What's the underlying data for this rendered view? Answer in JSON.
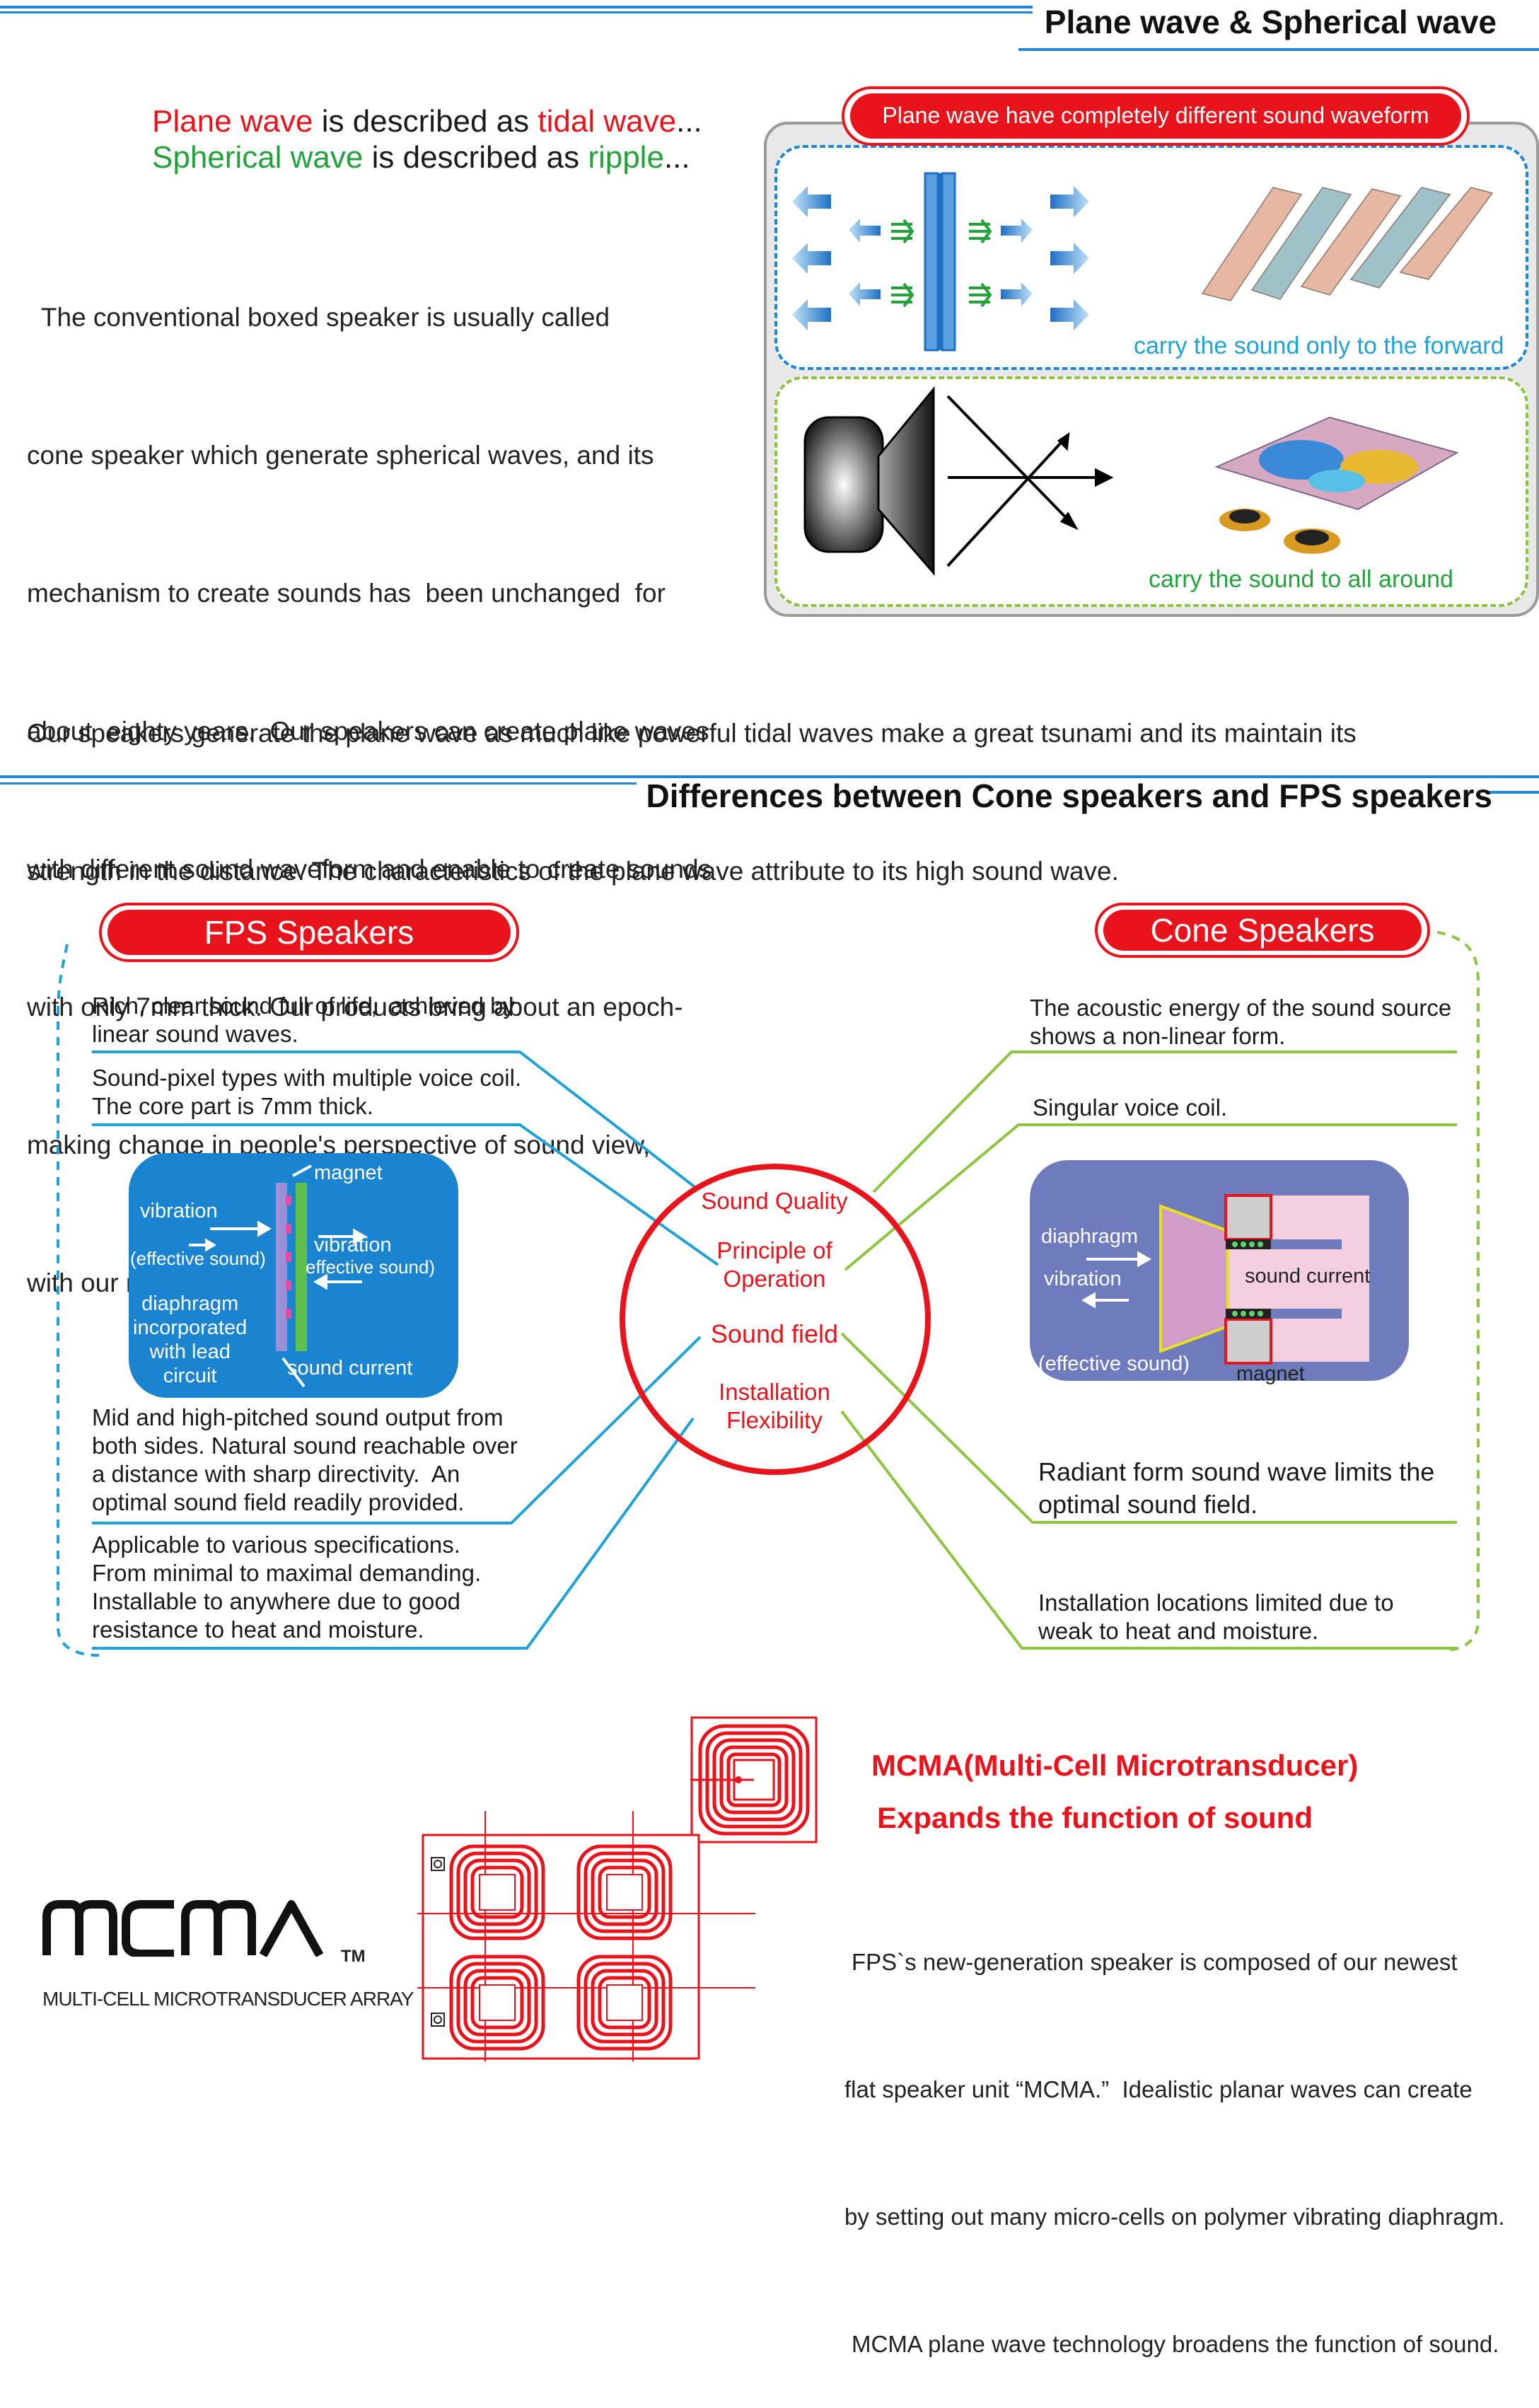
{
  "section1": {
    "title": "Plane wave & Spherical wave",
    "intro_line1": {
      "a": "Plane wave",
      "b": " is described as ",
      "c": "tidal wave",
      "d": "..."
    },
    "intro_line2": {
      "a": "Spherical wave",
      "b": " is described as ",
      "c": "ripple",
      "d": "..."
    },
    "paragraph_lines": [
      "  The conventional boxed speaker is usually called",
      "cone speaker which generate spherical waves, and its",
      "mechanism to create sounds has  been unchanged  for",
      "about  eighty years.  Our speakers can create plane waves",
      "with different sound waveform and enable to create sounds",
      "with only 7mm thick. Our products bring about an epoch-",
      "making change in people's perspective of sound view,",
      "with our new theory."
    ],
    "panel_badge": "Plane wave have completely different sound waveform",
    "plane_caption": "carry the sound only to the forward",
    "spherical_caption": "carry the sound to all around",
    "bottom_lines": [
      "Our speakers generate the plane wave as much like powerful tidal waves make a great tsunami and its maintain its",
      "strength in the distance. The characteristics of the plane wave attribute to its high sound wave."
    ]
  },
  "section2": {
    "title": "Differences between Cone speakers and FPS speakers",
    "fps_label": "FPS Speakers",
    "cone_label": "Cone Speakers",
    "fps_notes": [
      "Rich, clear sound full of life,  achieved by\nlinear sound waves.",
      "Sound-pixel types with multiple voice coil.\nThe core part is 7mm thick.",
      "Mid and high-pitched sound output from\nboth sides. Natural sound reachable over\na distance with sharp directivity.  An\noptimal sound field readily provided.",
      "Applicable to various specifications.\nFrom minimal to maximal demanding.\nInstallable to anywhere due to good\nresistance to heat and moisture."
    ],
    "cone_notes": [
      "The acoustic energy of the sound source\nshows a non-linear form.",
      "Singular voice coil.",
      "Radiant form sound wave limits the\noptimal sound field.",
      "Installation locations limited due to\nweak to heat and moisture."
    ],
    "center_items": [
      "Sound Quality",
      "Principle of\nOperation",
      "Sound field",
      "Installation\nFlexibility"
    ],
    "fps_diagram": {
      "magnet": "magnet",
      "vibration_left": "vibration",
      "effective_left": "(effective sound)",
      "vibration_right": "vibration",
      "effective_right": "effective sound)",
      "diaphragm": "diaphragm\nincorporated\nwith lead\ncircuit",
      "sound_current": "sound current"
    },
    "cone_diagram": {
      "diaphragm": "diaphragm",
      "vibration": "vibration",
      "sound_current": "sound current",
      "effective": "(effective sound)",
      "magnet": "magnet"
    }
  },
  "section3": {
    "logo_tm": "TM",
    "logo_sub": "MULTI-CELL MICROTRANSDUCER ARRAY",
    "heading1": "MCMA(Multi-Cell Microtransducer)",
    "heading2": "Expands the function of sound",
    "lines": [
      "FPS`s new-generation speaker is composed of our newest",
      "flat speaker unit “MCMA.”  Idealistic planar waves can create",
      "by setting out many micro-cells on polymer vibrating diaphragm.",
      "MCMA plane wave technology broadens the function of sound."
    ]
  },
  "colors": {
    "accent_blue": "#1e88d8",
    "red": "#e8131b",
    "green": "#22a33a",
    "cyan": "#1fa2d8",
    "lime": "#8cc63f",
    "fps_box": "#1a84d0",
    "cone_box": "#6e7bbd"
  }
}
